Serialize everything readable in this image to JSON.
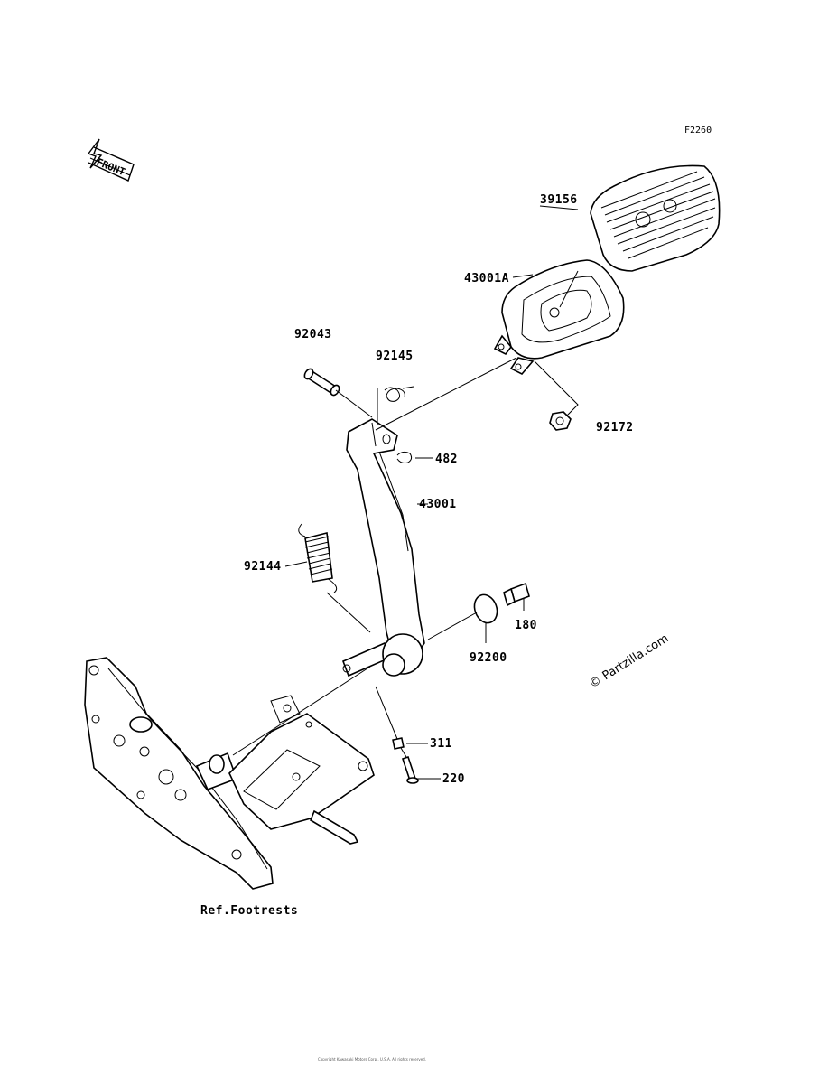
{
  "figure_code": "F2260",
  "front_arrow": {
    "label": "FRONT",
    "icon": "front-direction-arrow-icon"
  },
  "reference": "Ref.Footrests",
  "watermark": "© Partzilla.com",
  "callouts": [
    {
      "id": "39156",
      "text": "39156"
    },
    {
      "id": "43001A",
      "text": "43001A"
    },
    {
      "id": "92043",
      "text": "92043"
    },
    {
      "id": "92145",
      "text": "92145"
    },
    {
      "id": "92172",
      "text": "92172"
    },
    {
      "id": "482",
      "text": "482"
    },
    {
      "id": "43001",
      "text": "43001"
    },
    {
      "id": "92144",
      "text": "92144"
    },
    {
      "id": "180",
      "text": "180"
    },
    {
      "id": "92200",
      "text": "92200"
    },
    {
      "id": "311",
      "text": "311"
    },
    {
      "id": "220",
      "text": "220"
    }
  ],
  "footer_text": "Copyright Kawasaki Motors Corp., U.S.A. All rights reserved."
}
